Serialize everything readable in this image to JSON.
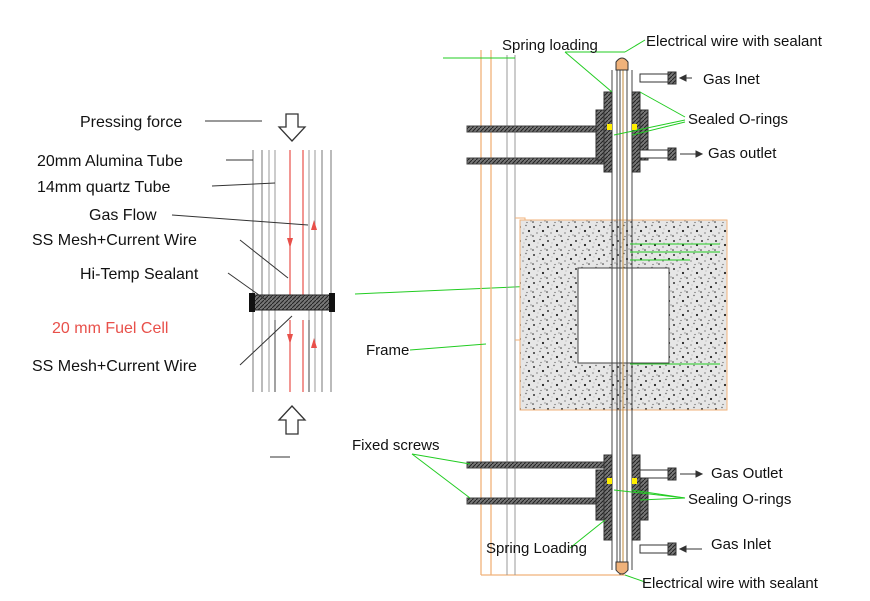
{
  "left_panel": {
    "labels": {
      "pressing_force": "Pressing force",
      "alumina_tube": "20mm Alumina Tube",
      "quartz_tube": "14mm quartz Tube",
      "gas_flow": "Gas Flow",
      "mesh_top": "SS Mesh+Current Wire",
      "sealant": "Hi-Temp Sealant",
      "fuel_cell": "20 mm Fuel Cell",
      "mesh_bottom": "SS Mesh+Current Wire"
    },
    "fuel_cell_color": "#e8504a"
  },
  "right_panel": {
    "labels": {
      "spring_loading_top": "Spring loading",
      "wire_top": "Electrical wire with sealant",
      "gas_inlet_top": "Gas Inet",
      "sealed_orings": "Sealed O-rings",
      "gas_outlet_top": "Gas outlet",
      "frame": "Frame",
      "fixed_screws": "Fixed screws",
      "gas_outlet_bottom": "Gas Outlet",
      "sealing_orings": "Sealing O-rings",
      "spring_loading_bottom": "Spring Loading",
      "gas_inlet_bottom": "Gas Inlet",
      "wire_bottom": "Electrical wire with sealant"
    },
    "leader_color": "#22cc22",
    "frame_color": "#f0b27a",
    "furnace_color": "#dddddd",
    "oring_color": "#ffee00"
  }
}
